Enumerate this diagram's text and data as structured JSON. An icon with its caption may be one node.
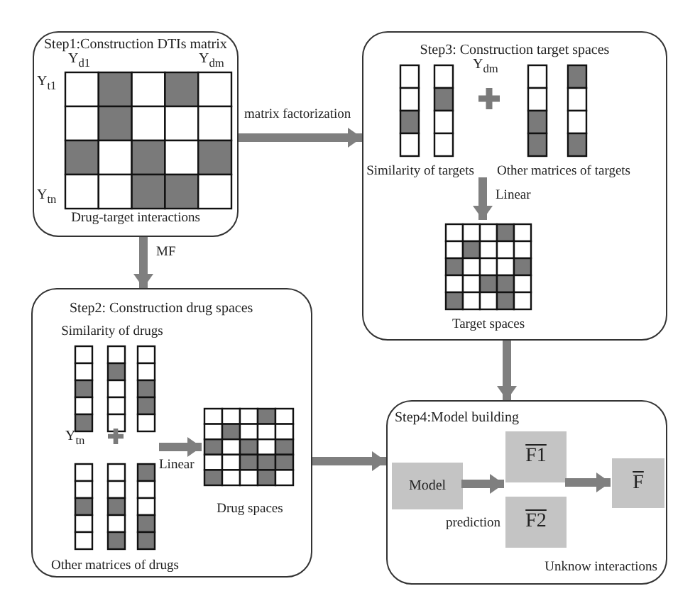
{
  "diagram": {
    "nodes": [
      {
        "text": [
          "Step1:Construction DTIs matrix",
          "Drug-target interactions"
        ]
      },
      {
        "text": [
          "Step3: Construction target spaces"
        ]
      },
      {
        "text": [
          "Step2: Construction drug spaces"
        ]
      },
      {
        "text": [
          "Similarity of drugs"
        ],
        "in": 2
      },
      {
        "text": [
          "Other matrices of drugs"
        ],
        "in": 2
      },
      {
        "text": [
          "Drug spaces"
        ],
        "in": 2
      },
      {
        "text": [
          "Similarity of targets"
        ],
        "in": 1
      },
      {
        "text": [
          "Other matrices of targets"
        ],
        "in": 1
      },
      {
        "text": [
          "Target spaces"
        ],
        "in": 1
      },
      {
        "text": [
          "Step4:Model building",
          "Unknow interactions"
        ]
      },
      {
        "text": [
          "Model"
        ],
        "in": 9
      },
      {
        "text": [
          "F1"
        ],
        "in": 9
      },
      {
        "text": [
          "F2"
        ],
        "in": 9
      },
      {
        "text": [
          "F"
        ],
        "in": 9
      }
    ],
    "edges": [
      {
        "from": 0,
        "to": 1,
        "arrow": "to",
        "label": "matrix factorization"
      },
      {
        "from": 0,
        "to": 2,
        "arrow": "to",
        "label": "MF"
      },
      {
        "from": 1,
        "to": 9,
        "arrow": "to"
      },
      {
        "from": 2,
        "to": 9,
        "arrow": "to"
      },
      {
        "from": 3,
        "to": 5,
        "arrow": "to",
        "label": "Linear"
      },
      {
        "from": 6,
        "to": 8,
        "arrow": "to",
        "label": "Linear"
      },
      {
        "from": 10,
        "to": 11,
        "arrow": "to"
      },
      {
        "from": 10,
        "to": 12,
        "arrow": "to",
        "label": "prediction"
      },
      {
        "from": 11,
        "to": 13,
        "arrow": "to"
      },
      {
        "from": 12,
        "to": 13,
        "arrow": "to"
      }
    ],
    "labels": [
      "Y$_{d1}$",
      "Y$_{dm}$",
      "Y$_{t1}$",
      "Y$_{tn}$",
      "Y$_{dm}$",
      "Y$_{tn}$"
    ]
  }
}
